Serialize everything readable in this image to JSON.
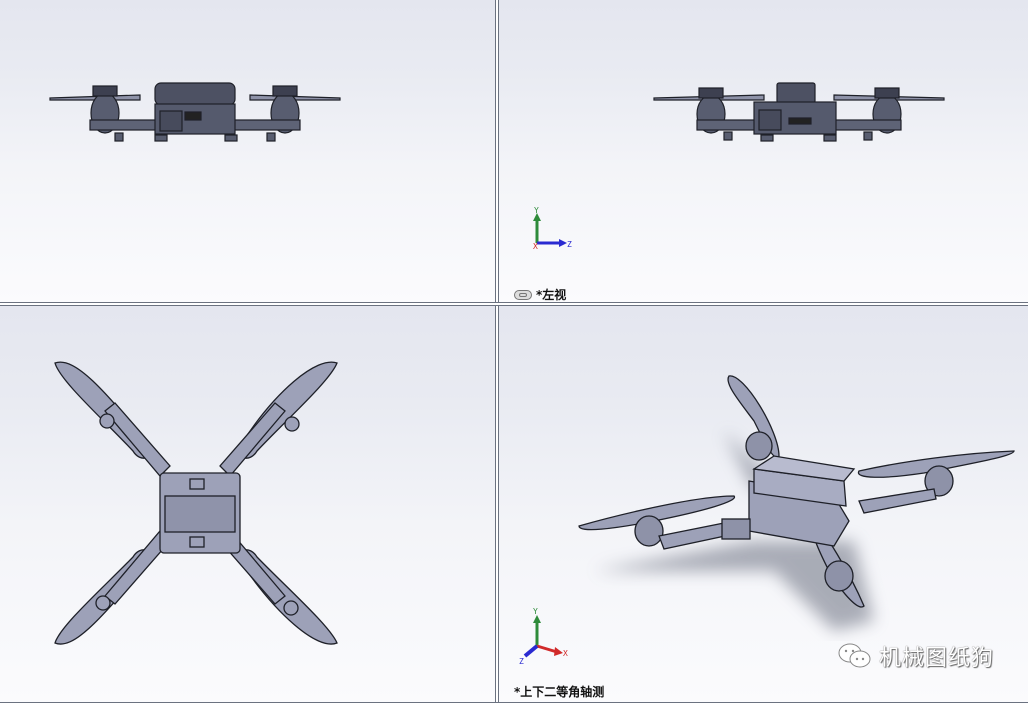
{
  "app": "SolidWorks 3D model viewport (4-view layout)",
  "viewports": {
    "top_left": {
      "view": "front",
      "label": ""
    },
    "top_right": {
      "view": "left",
      "label": "*左视",
      "triad_axes": [
        "Y",
        "Z",
        "X"
      ]
    },
    "bottom_left": {
      "view": "top",
      "label": ""
    },
    "bottom_right": {
      "view": "dimetric",
      "label": "*上下二等角轴测",
      "triad_axes": [
        "Y",
        "X",
        "Z"
      ]
    }
  },
  "watermark": {
    "text": "机械图纸狗",
    "icon": "wechat-icon"
  },
  "colors": {
    "model_fill": "#9da1b8",
    "model_stroke": "#1e2028",
    "axis_y": "#2e8b3a",
    "axis_x": "#d12a2a",
    "axis_z": "#2a2ad1",
    "splitter": "#6b7280"
  }
}
